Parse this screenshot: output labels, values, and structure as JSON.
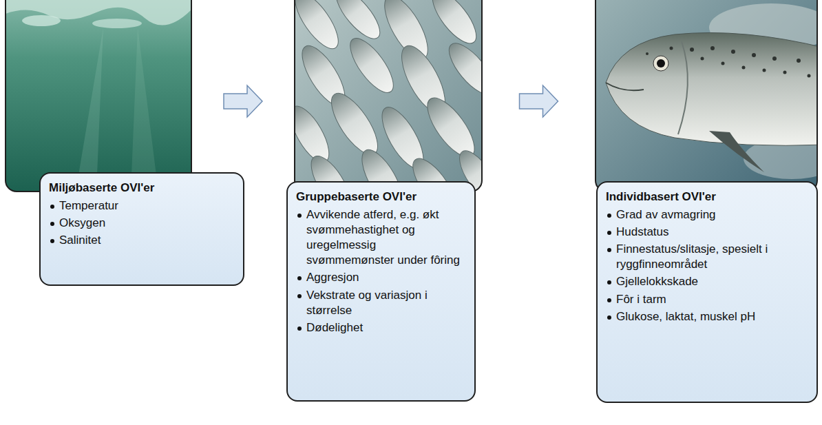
{
  "diagram": {
    "nodes": [
      {
        "text": [
          "Miljøbaserte OVI'er",
          "Temperatur",
          "Oksygen",
          "Salinitet"
        ]
      },
      {
        "text": [
          "Gruppebaserte OVI'er",
          "Avvikende atferd, e.g. økt svømmehastighet og uregelmessig svømmemønster under fôring",
          "Aggresjon",
          "Vekstrate og variasjon i størrelse",
          "Dødelighet"
        ]
      },
      {
        "text": [
          "Individbasert OVI'er",
          "Grad av avmagring",
          "Hudstatus",
          "Finnestatus/slitasje, spesielt i ryggfinneområdet",
          "Gjellelokkskade",
          "Fôr i tarm",
          "Glukose, laktat, muskel pH"
        ]
      }
    ],
    "edges": [
      {
        "from": 0,
        "to": 1,
        "arrow": "to"
      },
      {
        "from": 1,
        "to": 2,
        "arrow": "to"
      }
    ]
  }
}
